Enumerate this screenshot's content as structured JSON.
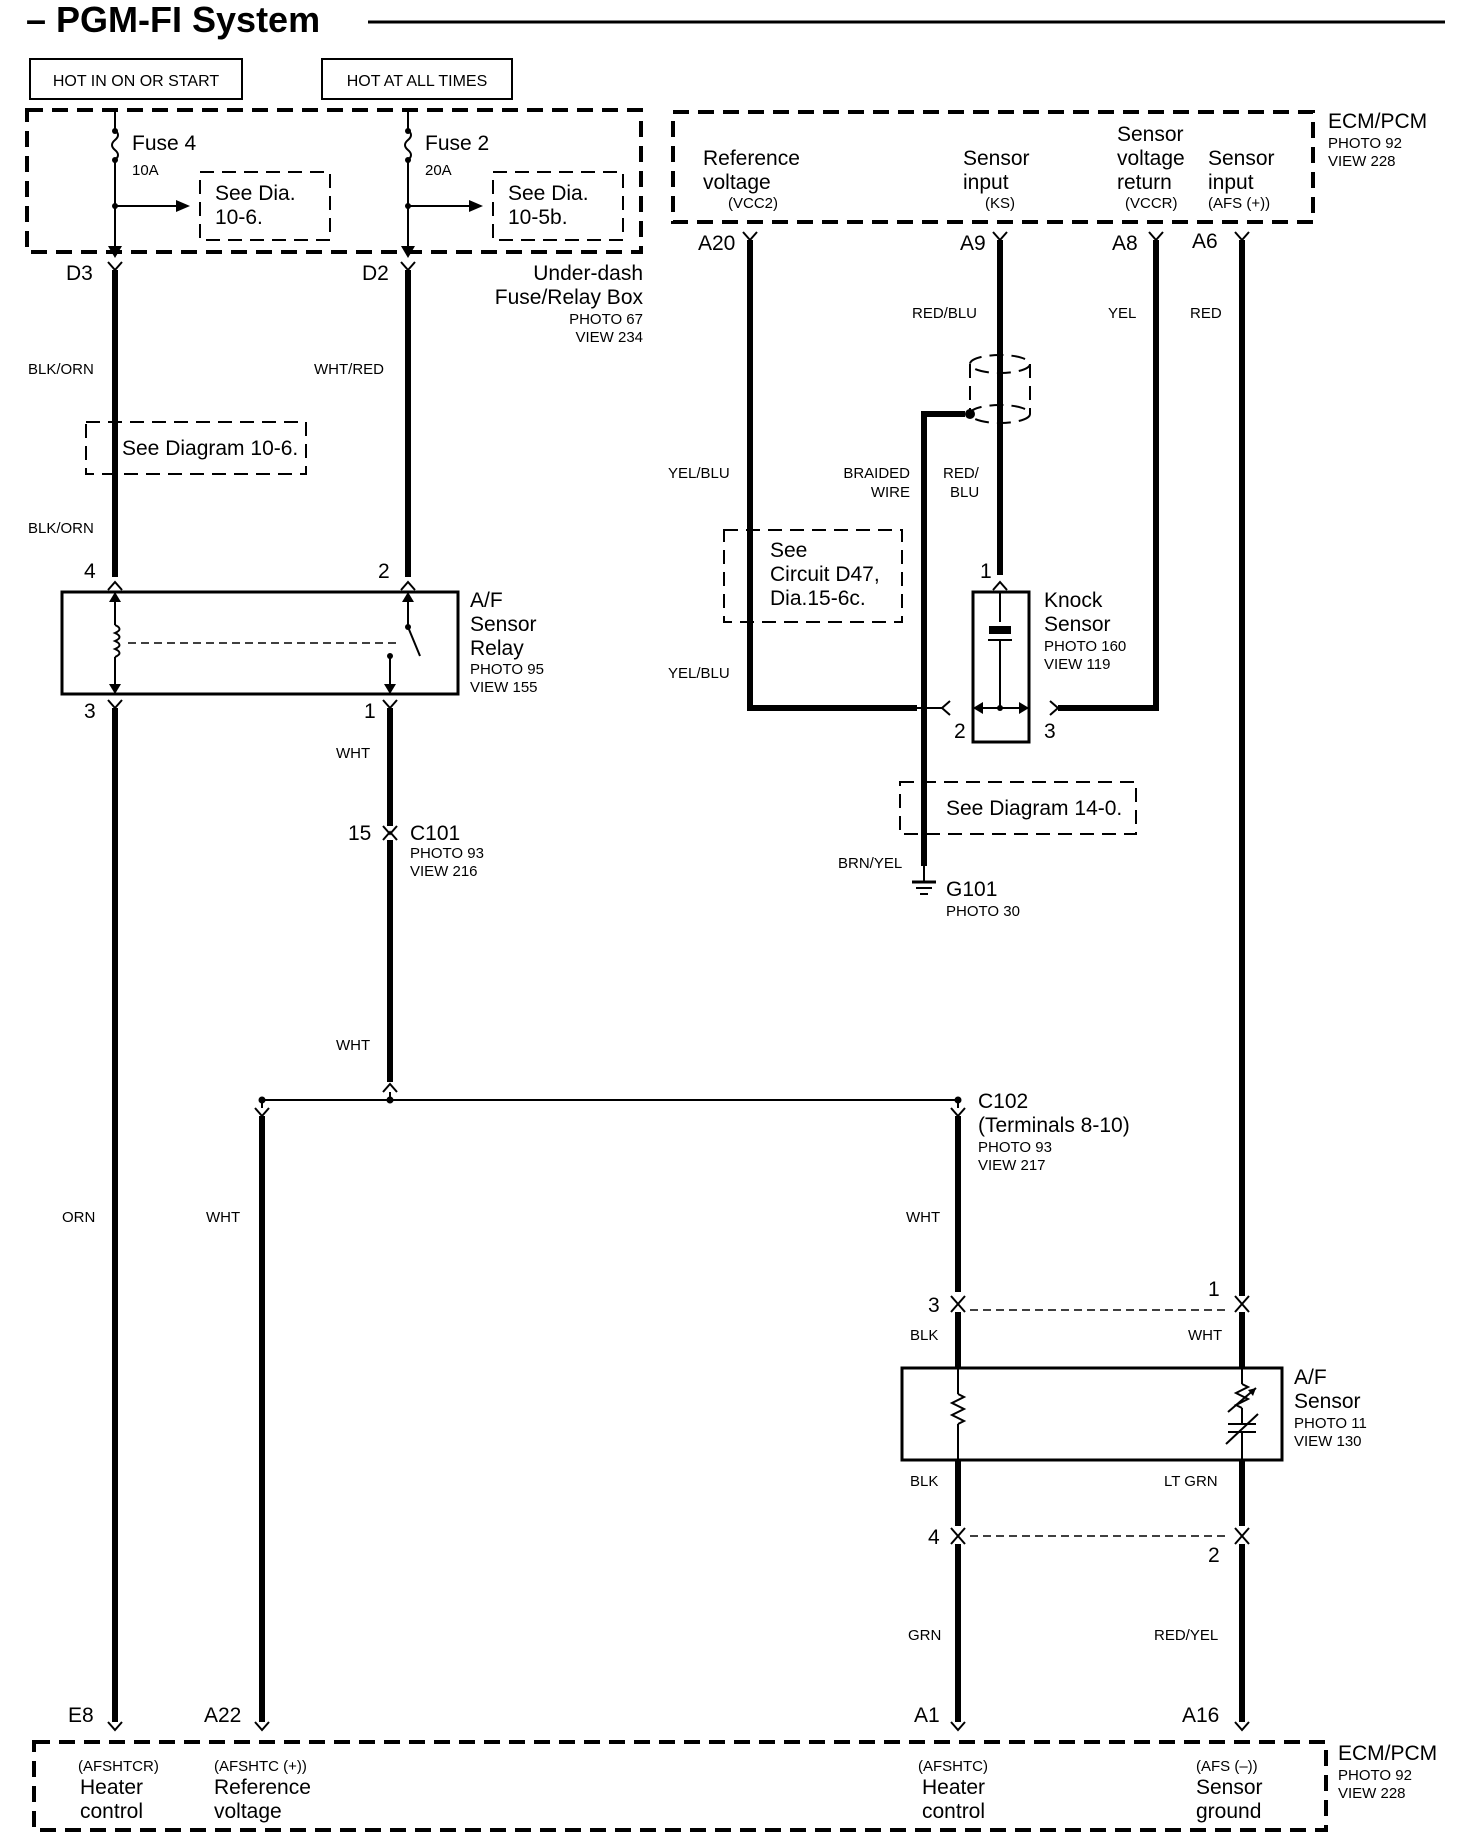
{
  "title": "– PGM-FI System",
  "hot_labels": {
    "on_start": "HOT IN ON OR START",
    "all_times": "HOT AT ALL TIMES"
  },
  "fuse_box": {
    "fuse4": {
      "name": "Fuse 4",
      "rating": "10A",
      "ref": [
        "See Dia.",
        "10-6."
      ]
    },
    "fuse2": {
      "name": "Fuse 2",
      "rating": "20A",
      "ref": [
        "See Dia.",
        "10-5b."
      ]
    },
    "terminals": [
      "D3",
      "D2"
    ],
    "name": [
      "Under-dash",
      "Fuse/Relay Box"
    ],
    "photo": "PHOTO 67",
    "view": "VIEW 234"
  },
  "ecm_top": {
    "name": "ECM/PCM",
    "photo": "PHOTO 92",
    "view": "VIEW 228",
    "terminals": [
      {
        "pin": "A20",
        "label": [
          "Reference",
          "voltage"
        ],
        "code": "(VCC2)"
      },
      {
        "pin": "A9",
        "label": [
          "Sensor",
          "input"
        ],
        "code": "(KS)"
      },
      {
        "pin": "A8",
        "label": [
          "Sensor",
          "voltage",
          "return"
        ],
        "code": "(VCCR)"
      },
      {
        "pin": "A6",
        "label": [
          "Sensor",
          "input"
        ],
        "code": "(AFS (+))"
      }
    ]
  },
  "wires": {
    "blk_orn": "BLK/ORN",
    "wht_red": "WHT/RED",
    "wht": "WHT",
    "orn": "ORN",
    "red_blu": "RED/BLU",
    "red_blu_split": [
      "RED/",
      "BLU"
    ],
    "yel": "YEL",
    "red": "RED",
    "yel_blu": "YEL/BLU",
    "braided": [
      "BRAIDED",
      "WIRE"
    ],
    "brn_yel": "BRN/YEL",
    "blk": "BLK",
    "lt_grn": "LT GRN",
    "grn": "GRN",
    "red_yel": "RED/YEL"
  },
  "refs": {
    "diagram_10_6": "See Diagram 10-6.",
    "circuit_d47": [
      "See",
      "Circuit D47,",
      "Dia.15-6c."
    ],
    "diagram_14_0": "See Diagram 14-0."
  },
  "relay": {
    "name": [
      "A/F",
      "Sensor",
      "Relay"
    ],
    "photo": "PHOTO 95",
    "view": "VIEW 155",
    "pins": [
      "4",
      "2",
      "3",
      "1"
    ]
  },
  "c101": {
    "pin": "15",
    "name": "C101",
    "photo": "PHOTO 93",
    "view": "VIEW 216"
  },
  "c102": {
    "name": "C102",
    "terminals": "(Terminals 8-10)",
    "photo": "PHOTO 93",
    "view": "VIEW 217"
  },
  "knock_sensor": {
    "name": [
      "Knock",
      "Sensor"
    ],
    "photo": "PHOTO 160",
    "view": "VIEW 119",
    "pins": [
      "1",
      "2",
      "3"
    ]
  },
  "ground": {
    "name": "G101",
    "photo": "PHOTO 30"
  },
  "af_sensor": {
    "name": [
      "A/F",
      "Sensor"
    ],
    "photo": "PHOTO 11",
    "view": "VIEW 130",
    "pins": [
      "3",
      "1",
      "4",
      "2"
    ]
  },
  "ecm_bottom": {
    "name": "ECM/PCM",
    "photo": "PHOTO 92",
    "view": "VIEW 228",
    "terminals": [
      {
        "pin": "E8",
        "code": "(AFSHTCR)",
        "label": [
          "Heater",
          "control"
        ]
      },
      {
        "pin": "A22",
        "code": "(AFSHTC (+))",
        "label": [
          "Reference",
          "voltage"
        ]
      },
      {
        "pin": "A1",
        "code": "(AFSHTC)",
        "label": [
          "Heater",
          "control"
        ]
      },
      {
        "pin": "A16",
        "code": "(AFS (–))",
        "label": [
          "Sensor",
          "ground"
        ]
      }
    ]
  }
}
